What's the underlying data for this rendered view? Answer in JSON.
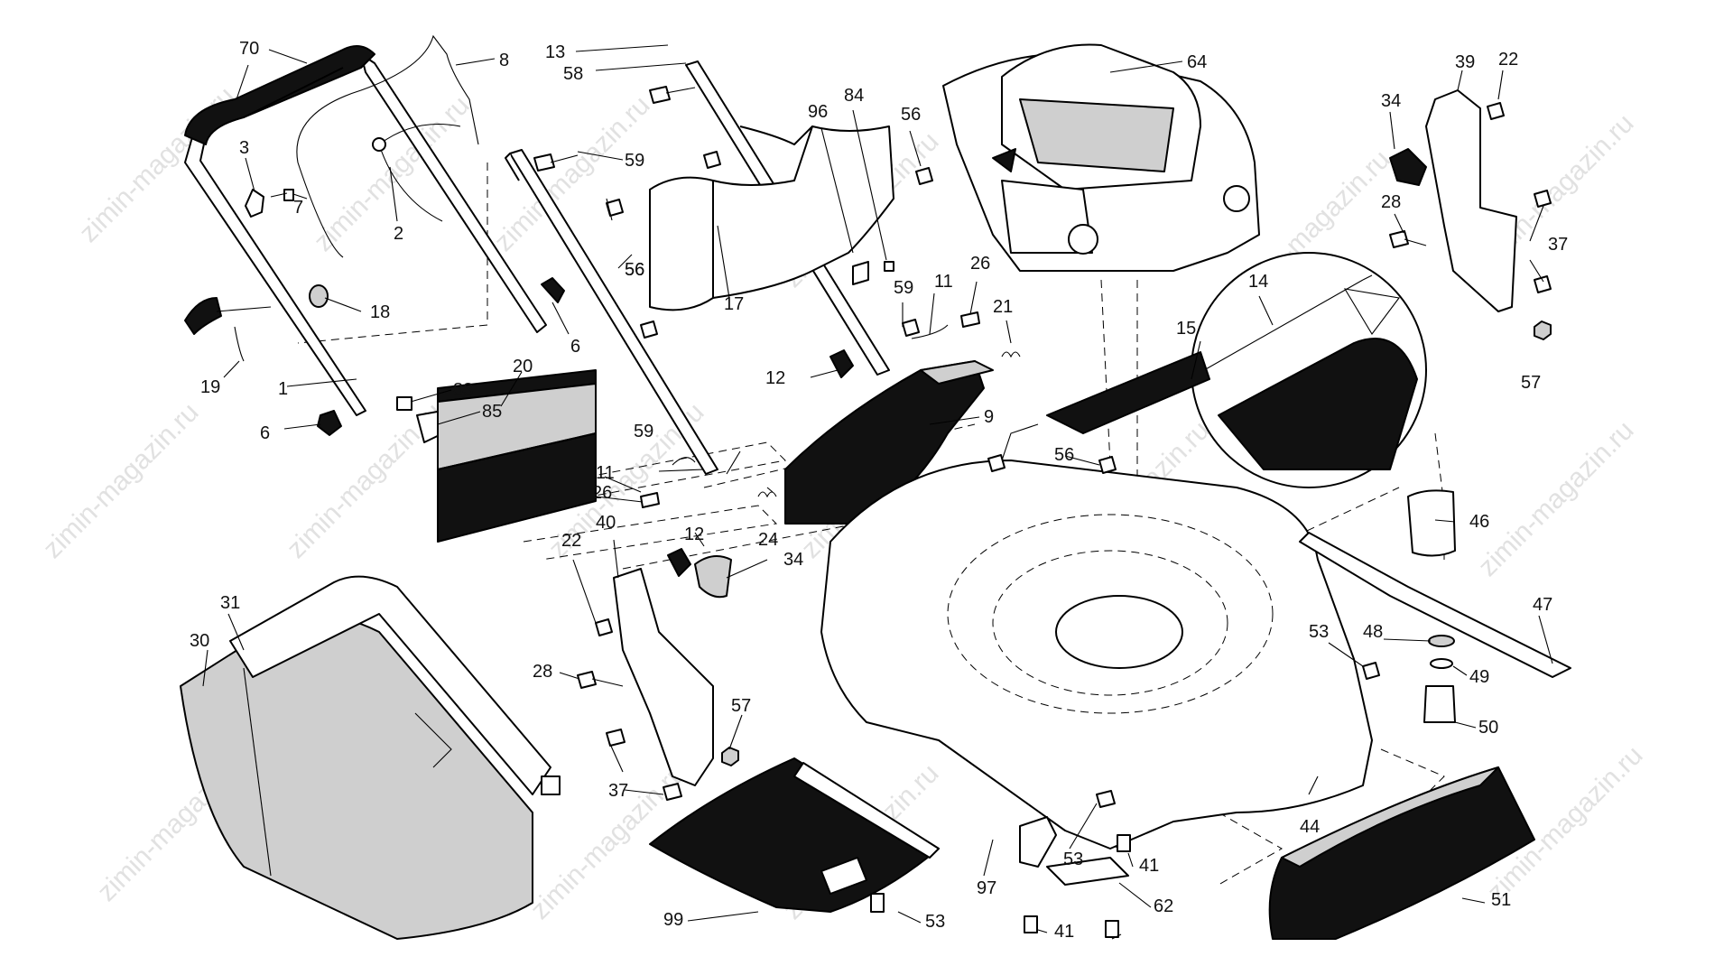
{
  "watermark": "zimin-magazin.ru",
  "callouts": [
    "70",
    "8",
    "13",
    "58",
    "64",
    "39",
    "22",
    "34",
    "3",
    "7",
    "2",
    "59",
    "56",
    "96",
    "84",
    "56",
    "28",
    "37",
    "18",
    "6",
    "56",
    "17",
    "59",
    "11",
    "26",
    "21",
    "14",
    "15",
    "19",
    "1",
    "83",
    "85",
    "20",
    "12",
    "9",
    "6",
    "57",
    "59",
    "11",
    "26",
    "24",
    "56",
    "46",
    "12",
    "34",
    "22",
    "40",
    "31",
    "30",
    "28",
    "47",
    "53",
    "48",
    "49",
    "57",
    "50",
    "37",
    "44",
    "53",
    "97",
    "41",
    "62",
    "99",
    "53",
    "41",
    "51"
  ]
}
